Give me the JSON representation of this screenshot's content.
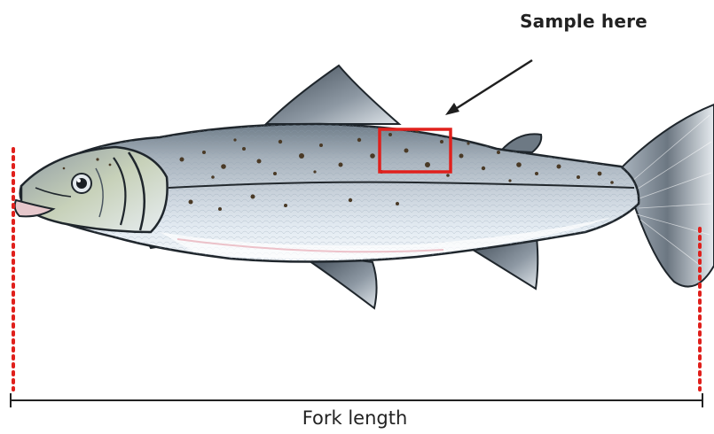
{
  "labels": {
    "sample": "Sample here",
    "fork_length": "Fork length"
  },
  "colors": {
    "sample_box": "#e0201c",
    "dotted_lines": "#e0201c",
    "measure_line": "#222222",
    "fin": "#5f6b76",
    "back": "#7f8b97",
    "belly": "#d9e4ee",
    "spots": "#4a3a26"
  },
  "icons": [
    "arrow-icon",
    "salmon-illustration"
  ]
}
